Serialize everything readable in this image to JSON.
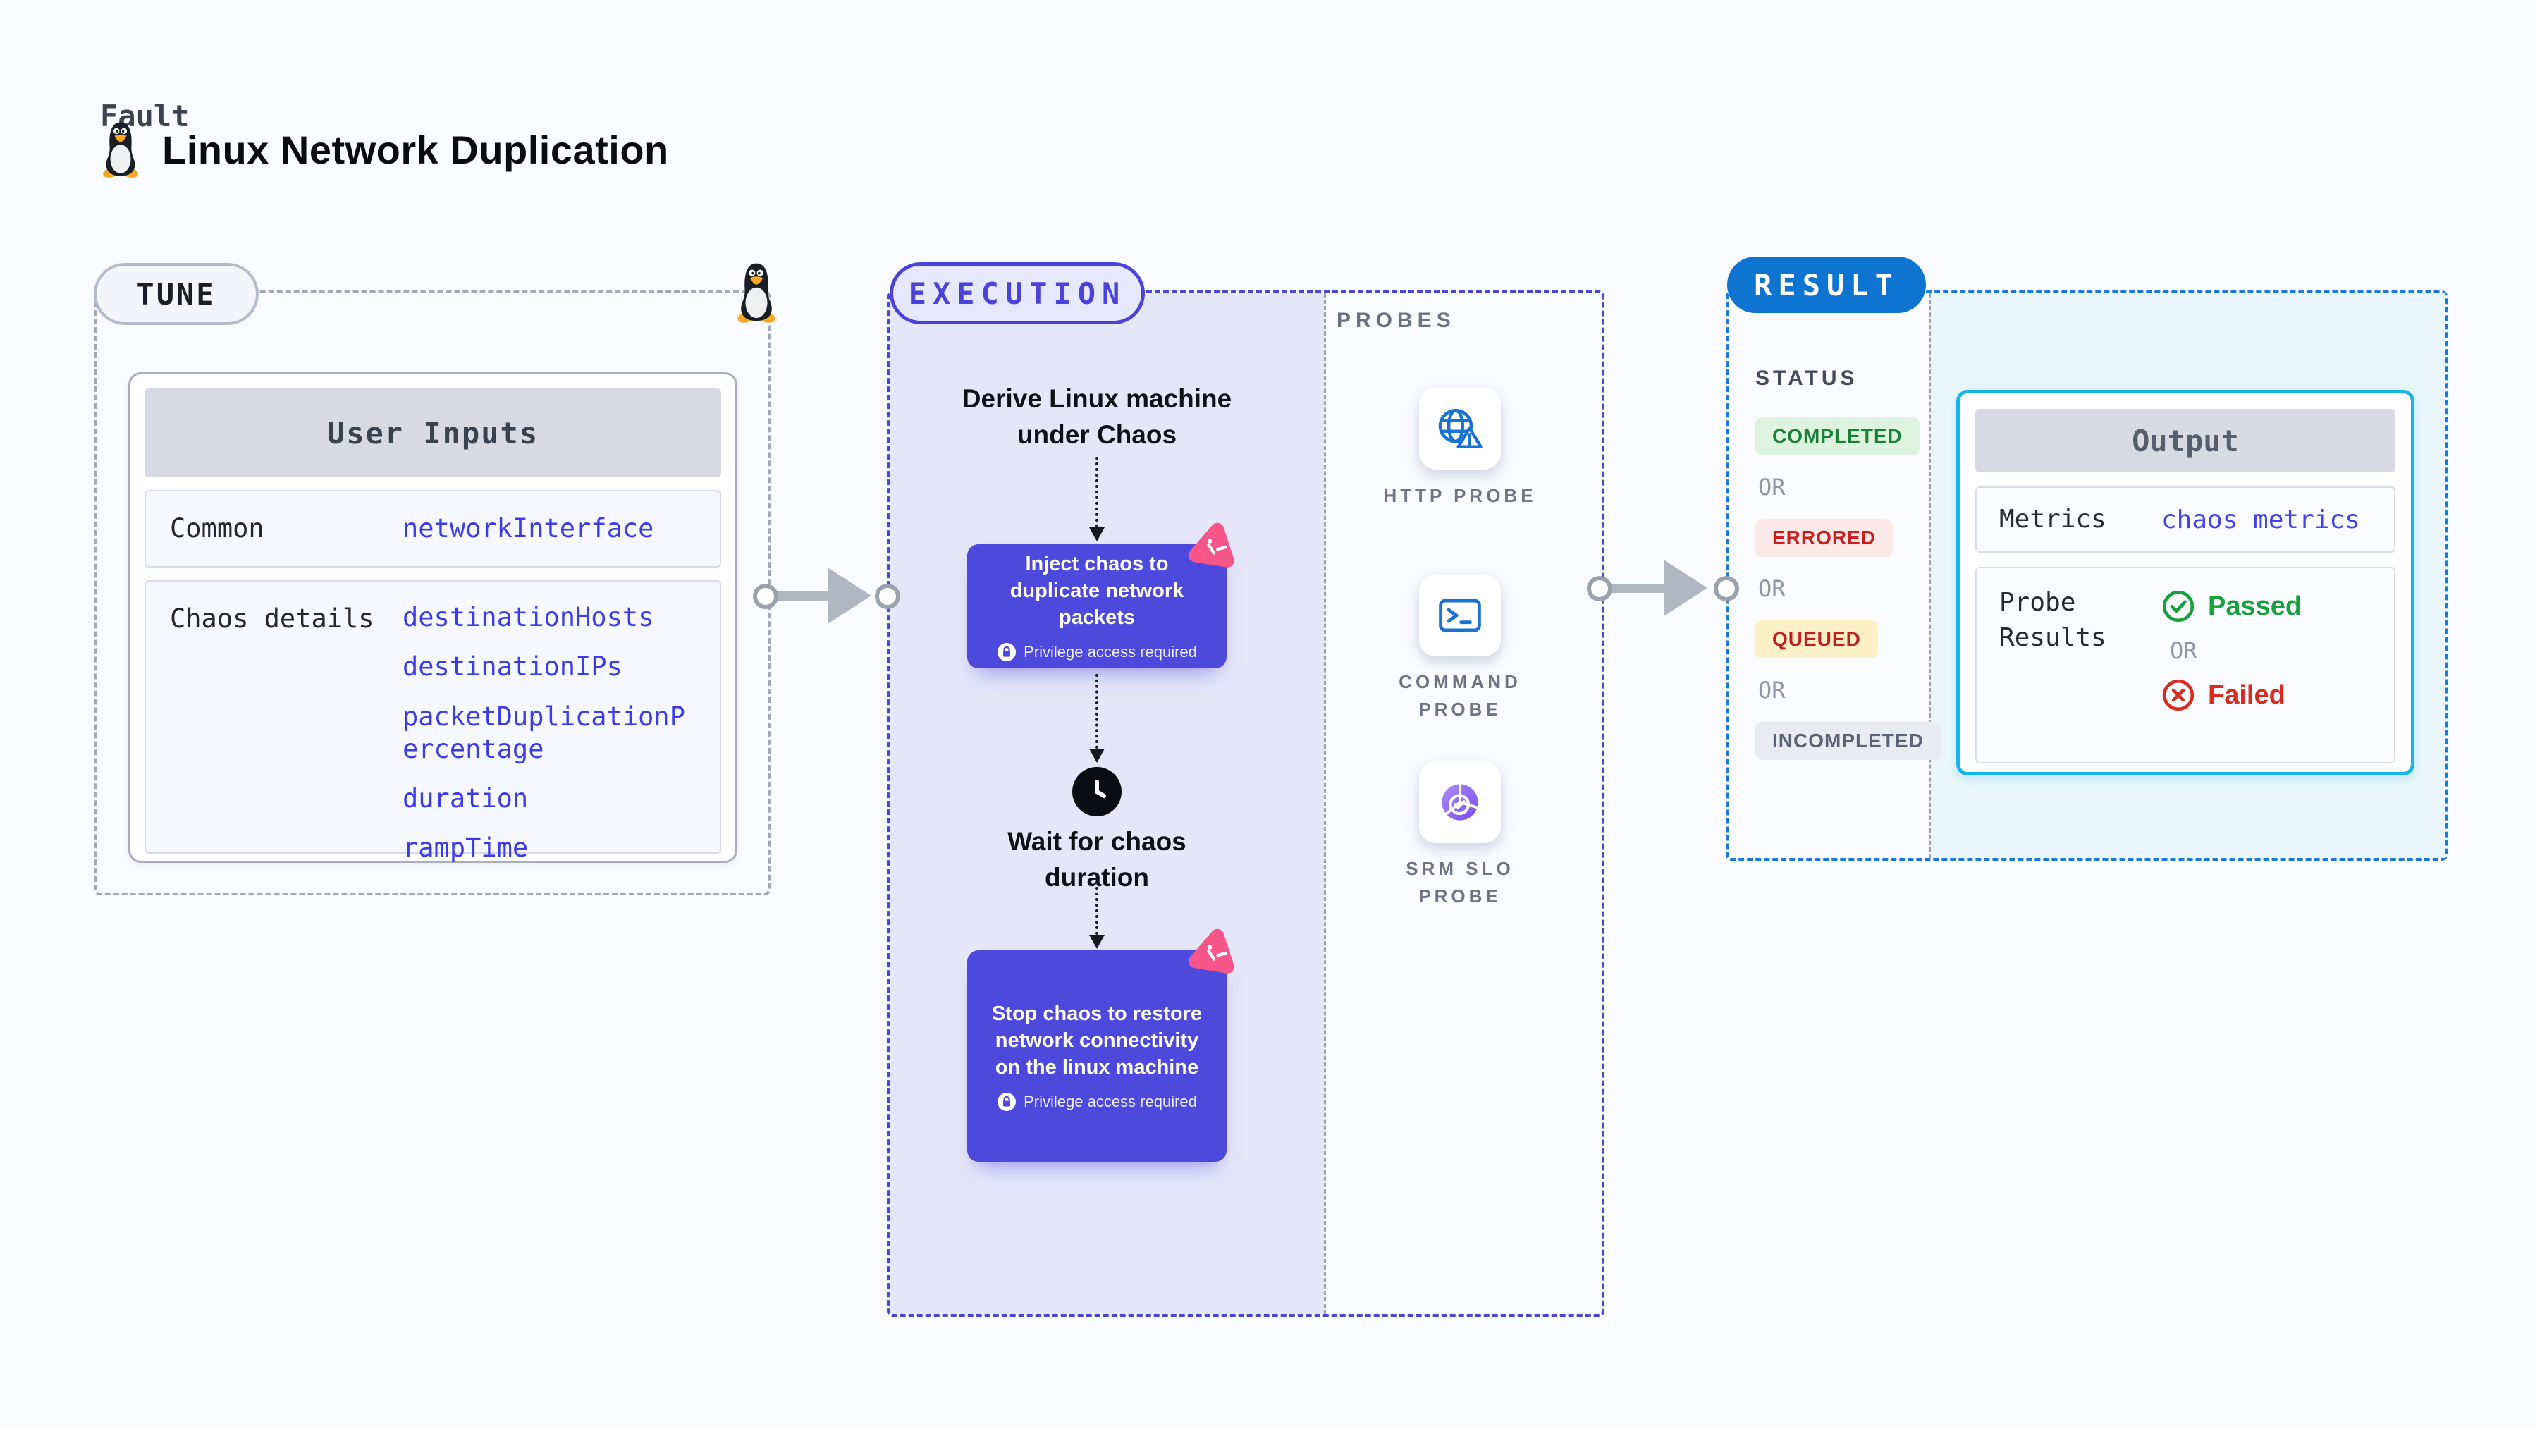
{
  "page": {
    "kicker": "Fault",
    "title": "Linux Network Duplication"
  },
  "tune": {
    "label": "TUNE",
    "card": {
      "title": "User Inputs",
      "rows": [
        {
          "label": "Common",
          "values": [
            "networkInterface"
          ]
        },
        {
          "label": "Chaos details",
          "values": [
            "destinationHosts",
            "destinationIPs",
            "packetDuplicationPercentage",
            "duration",
            "rampTime"
          ]
        }
      ]
    }
  },
  "execution": {
    "label": "EXECUTION",
    "derive": "Derive Linux machine under Chaos",
    "inject_title": "Inject chaos to duplicate network packets",
    "wait": "Wait for chaos duration",
    "stop_title": "Stop chaos to restore network connectivity on the linux machine",
    "privilege": "Privilege access required"
  },
  "probes": {
    "label": "PROBES",
    "items": [
      {
        "label": "HTTP PROBE",
        "icon": "globe-warning-icon"
      },
      {
        "label": "COMMAND PROBE",
        "icon": "terminal-icon"
      },
      {
        "label": "SRM SLO PROBE",
        "icon": "slo-pie-icon"
      }
    ]
  },
  "result": {
    "label": "RESULT",
    "status_title": "STATUS",
    "or_label": "OR",
    "statuses": [
      {
        "text": "COMPLETED",
        "fg": "#1a8038",
        "bg": "#def3de"
      },
      {
        "text": "ERRORED",
        "fg": "#c9201d",
        "bg": "#fbe9e9"
      },
      {
        "text": "QUEUED",
        "fg": "#bf1f1f",
        "bg": "#fcf0c6"
      },
      {
        "text": "INCOMPLETED",
        "fg": "#5c6377",
        "bg": "#e9eaf2"
      }
    ],
    "output": {
      "title": "Output",
      "metrics_label": "Metrics",
      "metrics_value": "chaos metrics",
      "probe_results_label": "Probe Results",
      "passed": "Passed",
      "failed": "Failed"
    }
  },
  "colors": {
    "accent_indigo": "#4a46d8",
    "accent_blue": "#0e74d2",
    "accent_cyan": "#16b5e9",
    "value_blue": "#3b3be8",
    "chaos_pink": "#f7568a",
    "probe_blue": "#1a73d4",
    "pass_green": "#17a13d",
    "fail_red": "#d92b1f"
  }
}
